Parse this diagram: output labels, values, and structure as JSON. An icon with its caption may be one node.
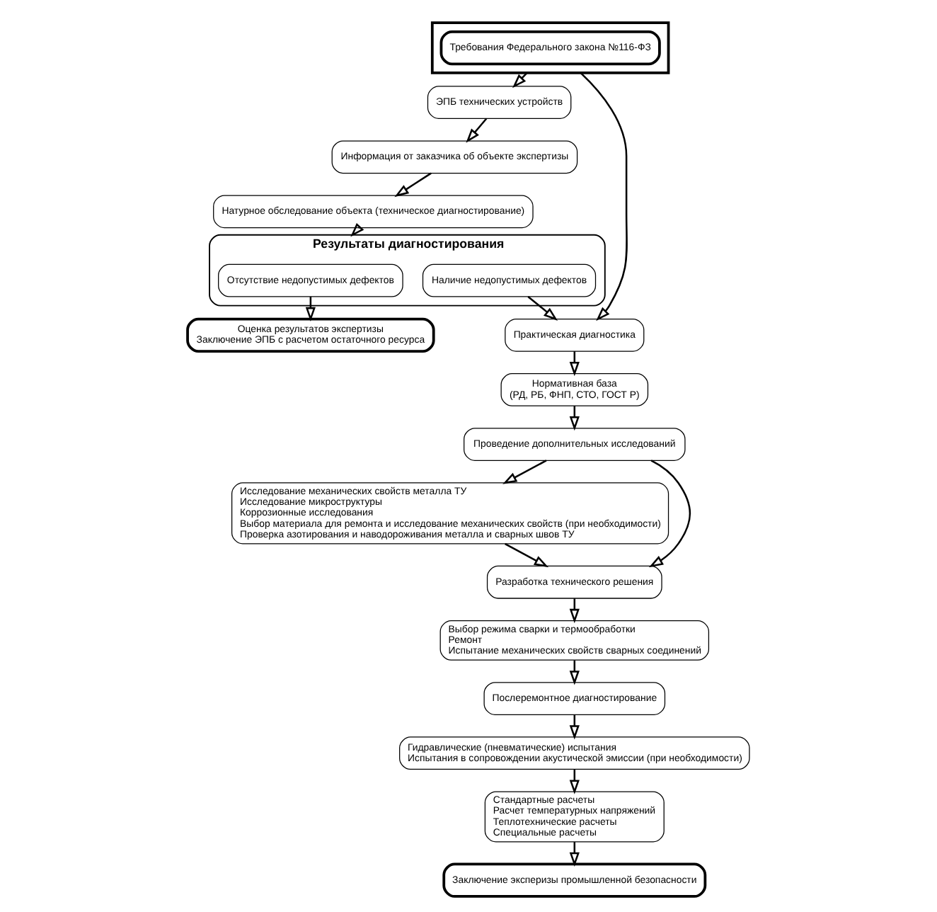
{
  "diagram": {
    "nodes": [
      {
        "text": [],
        "shape": "box"
      },
      {
        "text": [
          "Требования Федерального закона №116-ФЗ"
        ],
        "in": 0
      },
      {
        "text": [
          "ЭПБ технических устройств"
        ]
      },
      {
        "text": [
          "Информация от заказчика об объекте экспертизы"
        ]
      },
      {
        "text": [
          "Натурное обследование объекта (техническое диагностирование)"
        ]
      },
      {
        "text": [
          "Результаты диагностирования"
        ]
      },
      {
        "text": [
          "Отсутствие недопустимых дефектов"
        ],
        "in": 5
      },
      {
        "text": [
          "Наличие недопустимых дефектов"
        ],
        "in": 5
      },
      {
        "text": [
          "Практическая диагностика"
        ]
      },
      {
        "text": [
          "Оценка результатов экспертизы",
          "Заключение ЭПБ с расчетом остаточного ресурса"
        ]
      },
      {
        "text": [
          "Проведение дополнительных исследований"
        ]
      },
      {
        "text": [
          "Нормативная база",
          "(РД, РБ, ФНП, СТО, ГОСТ Р)"
        ]
      },
      {
        "text": [
          "Исследование механических свойств металла ТУ",
          "Исследование микроструктуры",
          "Коррозионные исследования",
          "Выбор материала для ремонта и исследование механических свойств (при необходимости)",
          "Проверка азотирования и наводороживания металла и сварных швов ТУ"
        ]
      },
      {
        "text": [
          "Разработка технического решения"
        ]
      },
      {
        "text": [
          "Выбор режима сварки и термообработки",
          "Ремонт",
          "Испытание механических свойств сварных соединений"
        ]
      },
      {
        "text": [
          "Послеремонтное диагностирование"
        ]
      },
      {
        "text": [
          "Гидравлические (пневматические) испытания",
          "Испытания в сопровождении акустической эмиссии (при необходимости)"
        ]
      },
      {
        "text": [
          "Стандартные расчеты",
          "Расчет температурных напряжений",
          "Теплотехнические расчеты",
          "Специальные расчеты"
        ]
      },
      {
        "text": [
          "Заключение эксперизы промышленной безопасности"
        ]
      }
    ],
    "edges": [
      {
        "from": 0,
        "to": 2,
        "arrow": "to"
      },
      {
        "from": 0,
        "to": 8,
        "arrow": "to"
      },
      {
        "from": 2,
        "to": 3,
        "arrow": "to"
      },
      {
        "from": 3,
        "to": 4,
        "arrow": "to"
      },
      {
        "from": 4,
        "to": 5,
        "arrow": "to"
      },
      {
        "from": 6,
        "to": 9,
        "arrow": "to"
      },
      {
        "from": 7,
        "to": 8,
        "arrow": "to"
      },
      {
        "from": 8,
        "to": 11,
        "arrow": "to"
      },
      {
        "from": 11,
        "to": 10,
        "arrow": "to"
      },
      {
        "from": 10,
        "to": 12,
        "arrow": "to"
      },
      {
        "from": 10,
        "to": 13,
        "arrow": "to"
      },
      {
        "from": 12,
        "to": 13,
        "arrow": "to"
      },
      {
        "from": 13,
        "to": 14,
        "arrow": "to"
      },
      {
        "from": 14,
        "to": 15,
        "arrow": "to"
      },
      {
        "from": 15,
        "to": 16,
        "arrow": "to"
      },
      {
        "from": 16,
        "to": 17,
        "arrow": "to"
      },
      {
        "from": 17,
        "to": 18,
        "arrow": "to"
      }
    ]
  }
}
